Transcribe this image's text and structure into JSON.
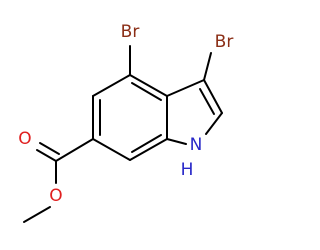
{
  "atoms": {
    "bromine_top": "Br",
    "bromine_right": "Br",
    "oxygen_carbonyl": "O",
    "oxygen_ester": "O",
    "nitrogen": "N",
    "nitrogen_hydrogen": "H"
  },
  "colors": {
    "bond": "#000000",
    "bromine": "#8B2E16",
    "oxygen": "#E02020",
    "nitrogen": "#2828C8"
  }
}
